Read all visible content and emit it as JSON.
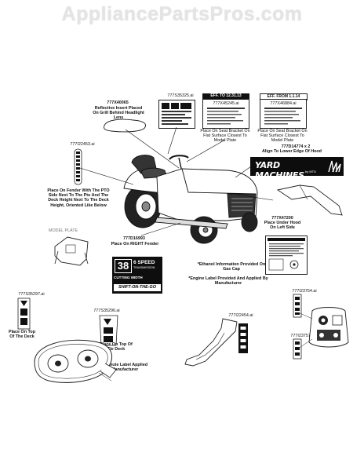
{
  "watermark": "AppliancePartsPros.com",
  "labels": {
    "p777s35325": "777S35325.ai",
    "p777x40065": "777X40065",
    "reflective": "Reflective Insert Placed On Grill Behind Headlight Lens",
    "eff1": "EFF. TO 12.31.13",
    "p777x45245": "777X45245.ai",
    "eff2": "EFF. FROM 1.1.14",
    "p777x46884": "777X46884.ai",
    "seat_bracket1": "Place On Seat Bracket On Flat Surface Closest To Model Plate",
    "seat_bracket2": "Place On Seat Bracket On Flat Surface Closest To Model Plate",
    "p777d14774": "777D14774 x 2",
    "align_hood": "Align To Lower Edge Of Hood",
    "yard_machines": "YARD MACHINES",
    "by_mtd": "by MTD",
    "p777i22453": "777I22453.ai",
    "fender_pto": "Place On Fender With The PTO Side Next To The Pto And The Deck Height Next To The Deck Height, Oriented Like Below",
    "p777x47200": "777X47200",
    "under_hood": "Place Under Hood On Left Side",
    "model_plate": "MODEL PLATE",
    "p777d16993": "777D16993",
    "right_fender": "Place On RIGHT Fender",
    "speed_num": "38",
    "speed_text": "6 SPEED",
    "speed_sub": "TRANSMISSION",
    "cutting_width": "CUTTING WIDTH",
    "shift_go": "SHIFT-ON-THE-GO",
    "ethanol": "*Ethanol Information Provided On Gas Cap",
    "engine_label": "*Engine Label Provided And Applied By Manufacturer",
    "p777s35297": "777S35297.ai",
    "top_deck1": "Place On Top Of The Deck",
    "p777s35296": "777S35296.ai",
    "top_deck2": "Place On Top Of Tle Deck",
    "chute": "REF: Chute Label Applied By Manufacturer",
    "p777i22454": "777I22454.ai",
    "p777i23754": "777I23754.ai",
    "p777i23757": "777I23757.ai"
  }
}
